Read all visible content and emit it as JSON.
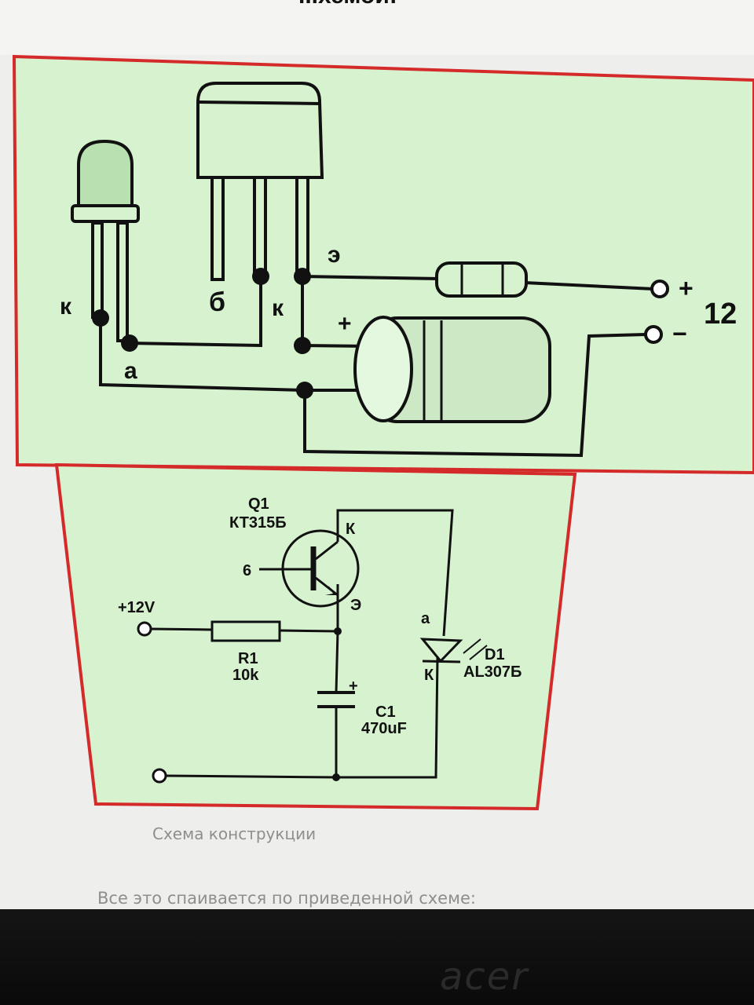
{
  "top_note": "...хемой:",
  "pictorial": {
    "pin_e": "э",
    "pin_b": "б",
    "pin_c": "к",
    "led_k": "к",
    "led_a": "а",
    "plus": "+",
    "minus": "−",
    "voltage": "12"
  },
  "schematic": {
    "q_ref": "Q1",
    "q_part": "КТ315Б",
    "q_c": "К",
    "q_b": "6",
    "q_e": "Э",
    "supply": "+12V",
    "r_ref": "R1",
    "r_val": "10k",
    "c_plus": "+",
    "c_ref": "C1",
    "c_val": "470uF",
    "d_a": "а",
    "d_k": "К",
    "d_ref": "D1",
    "d_part": "AL307Б"
  },
  "caption": "Схема конструкции",
  "body_text": "Все это спаивается по приведенной схеме:",
  "monitor_brand": "acer",
  "colors": {
    "panel": "#d6f2ce",
    "frame": "#d42a2a",
    "ink": "#111111"
  }
}
